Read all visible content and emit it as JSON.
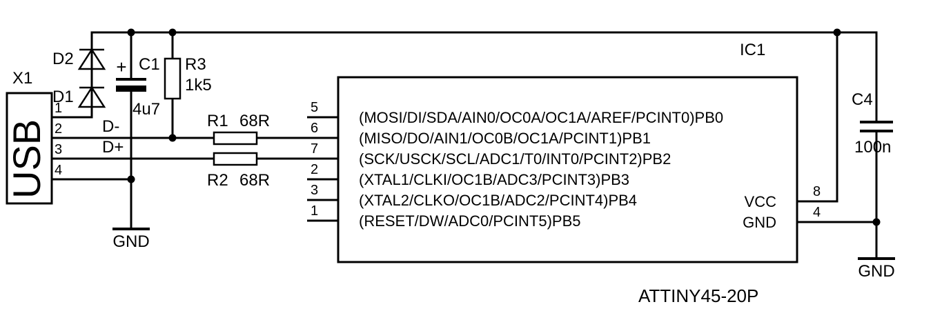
{
  "schematic": {
    "usb": {
      "ref": "X1",
      "label": "USB",
      "pins": [
        "1",
        "2",
        "3",
        "4"
      ]
    },
    "d2": {
      "ref": "D2"
    },
    "d1": {
      "ref": "D1"
    },
    "c1": {
      "ref": "C1",
      "value": "4u7",
      "polarity": "+"
    },
    "r3": {
      "ref": "R3",
      "value": "1k5"
    },
    "r1": {
      "ref": "R1",
      "value": "68R"
    },
    "r2": {
      "ref": "R2",
      "value": "68R"
    },
    "c4": {
      "ref": "C4",
      "value": "100n"
    },
    "nets": {
      "dminus": "D-",
      "dplus": "D+",
      "gnd_left": "GND",
      "gnd_right": "GND"
    },
    "ic1": {
      "ref": "IC1",
      "part": "ATTINY45-20P",
      "left_pins": [
        {
          "num": "5",
          "label": "(MOSI/DI/SDA/AIN0/OC0A/OC1A/AREF/PCINT0)PB0"
        },
        {
          "num": "6",
          "label": "(MISO/DO/AIN1/OC0B/OC1A/PCINT1)PB1"
        },
        {
          "num": "7",
          "label": "(SCK/USCK/SCL/ADC1/T0/INT0/PCINT2)PB2"
        },
        {
          "num": "2",
          "label": "(XTAL1/CLKI/OC1B/ADC3/PCINT3)PB3"
        },
        {
          "num": "3",
          "label": "(XTAL2/CLKO/OC1B/ADC2/PCINT4)PB4"
        },
        {
          "num": "1",
          "label": "(RESET/DW/ADC0/PCINT5)PB5"
        }
      ],
      "right_pins": [
        {
          "num": "8",
          "label": "VCC"
        },
        {
          "num": "4",
          "label": "GND"
        }
      ]
    }
  }
}
